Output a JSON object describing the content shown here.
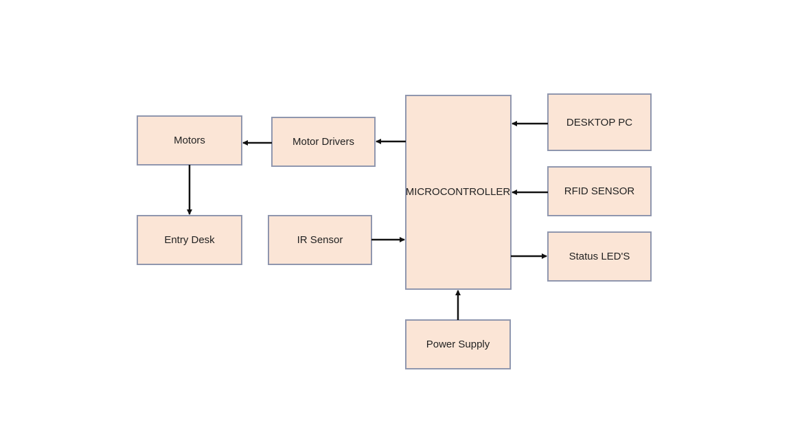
{
  "diagram": {
    "colors": {
      "box_fill": "#fbe5d6",
      "box_stroke": "#8f96ae",
      "arrow": "#111111",
      "text": "#222222"
    },
    "blocks": {
      "motors": {
        "label": "Motors"
      },
      "motor_drivers": {
        "label": "Motor Drivers"
      },
      "entry_desk": {
        "label": "Entry Desk"
      },
      "ir_sensor": {
        "label": "IR Sensor"
      },
      "microcontroller": {
        "label": "MICROCONTROLLER"
      },
      "desktop_pc": {
        "label": "DESKTOP PC"
      },
      "rfid_sensor": {
        "label": "RFID SENSOR"
      },
      "status_leds": {
        "label": "Status LED'S"
      },
      "power_supply": {
        "label": "Power Supply"
      }
    },
    "connections": [
      {
        "from": "desktop_pc",
        "to": "microcontroller"
      },
      {
        "from": "rfid_sensor",
        "to": "microcontroller"
      },
      {
        "from": "microcontroller",
        "to": "status_leds"
      },
      {
        "from": "microcontroller",
        "to": "motor_drivers"
      },
      {
        "from": "motor_drivers",
        "to": "motors"
      },
      {
        "from": "motors",
        "to": "entry_desk"
      },
      {
        "from": "ir_sensor",
        "to": "microcontroller"
      },
      {
        "from": "power_supply",
        "to": "microcontroller"
      }
    ]
  }
}
